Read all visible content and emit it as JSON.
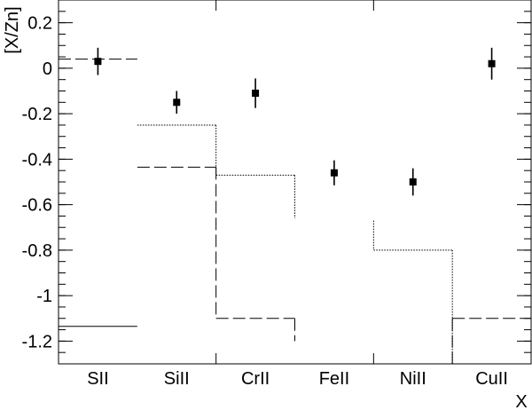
{
  "chart_data": {
    "type": "scatter",
    "title": "",
    "xlabel": "X",
    "ylabel": "[X/Zn]",
    "ylim": [
      -1.3,
      0.3
    ],
    "yticks": [
      {
        "v": 0.2,
        "label": "0.2"
      },
      {
        "v": 0,
        "label": "0"
      },
      {
        "v": -0.2,
        "label": "-0.2"
      },
      {
        "v": -0.4,
        "label": "-0.4"
      },
      {
        "v": -0.6,
        "label": "-0.6"
      },
      {
        "v": -0.8,
        "label": "-0.8"
      },
      {
        "v": -1,
        "label": "-1"
      },
      {
        "v": -1.2,
        "label": "-1.2"
      }
    ],
    "categories": [
      "SII",
      "SiII",
      "CrII",
      "FeII",
      "NiII",
      "CuII"
    ],
    "points": [
      {
        "category": "SII",
        "y": 0.03,
        "err": 0.06
      },
      {
        "category": "SiII",
        "y": -0.15,
        "err": 0.05
      },
      {
        "category": "CrII",
        "y": -0.11,
        "err": 0.065
      },
      {
        "category": "FeII",
        "y": -0.46,
        "err": 0.055
      },
      {
        "category": "NiII",
        "y": -0.5,
        "err": 0.06
      },
      {
        "category": "CuII",
        "y": 0.02,
        "err": 0.07
      }
    ],
    "reference_lines": [
      {
        "style": "dashed",
        "segments": [
          {
            "from": 0,
            "to": 1,
            "y": 0.04
          },
          {
            "from": 1,
            "to": 2,
            "y": -0.435
          },
          {
            "from": 2,
            "to": 3,
            "y": -1.1
          },
          {
            "from": 5,
            "to": 6,
            "y": -1.1
          }
        ],
        "verticals": [
          {
            "at": 2,
            "y1": -0.435,
            "y2": -1.1
          },
          {
            "at": 3,
            "y1": -1.1,
            "y2": -1.2
          },
          {
            "at": 5,
            "y1": -1.1,
            "y2": -1.3
          }
        ]
      },
      {
        "style": "dotted",
        "segments": [
          {
            "from": 1,
            "to": 2,
            "y": -0.25
          },
          {
            "from": 2,
            "to": 3,
            "y": -0.47
          },
          {
            "from": 4,
            "to": 5,
            "y": -0.8
          }
        ],
        "verticals": [
          {
            "at": 2,
            "y1": -0.25,
            "y2": -0.47
          },
          {
            "at": 3,
            "y1": -0.47,
            "y2": -0.66
          },
          {
            "at": 4,
            "y1": -0.67,
            "y2": -0.8
          },
          {
            "at": 5,
            "y1": -0.8,
            "y2": -1.3
          }
        ]
      },
      {
        "style": "solid",
        "segments": [
          {
            "from": 0,
            "to": 1,
            "y": -1.135
          }
        ],
        "verticals": []
      }
    ],
    "grid": false,
    "legend": "none"
  }
}
